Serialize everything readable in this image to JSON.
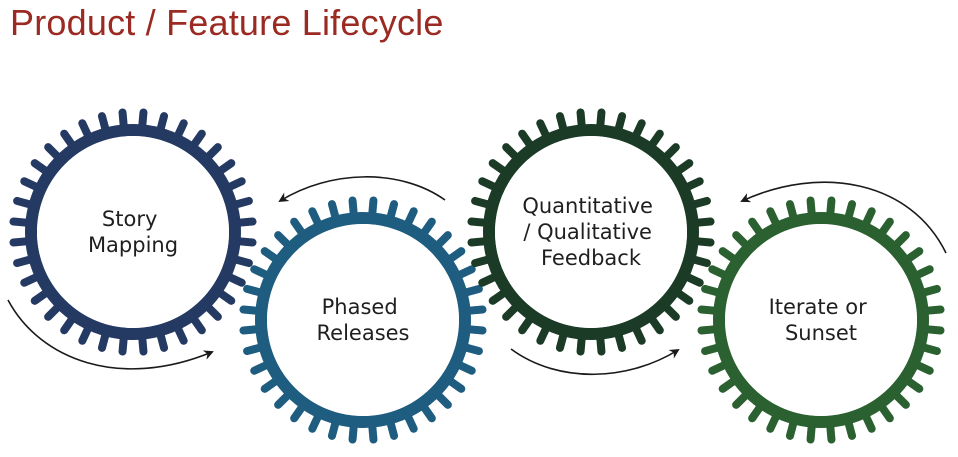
{
  "title": "Product / Feature Lifecycle",
  "gears": [
    {
      "id": "story-mapping",
      "label_lines": [
        "Story",
        "Mapping"
      ],
      "color": "#253A63"
    },
    {
      "id": "phased-releases",
      "label_lines": [
        "Phased",
        "Releases"
      ],
      "color": "#1E5C80"
    },
    {
      "id": "feedback",
      "label_lines": [
        "Quantitative",
        "/ Qualitative",
        "Feedback"
      ],
      "color": "#1B3B26"
    },
    {
      "id": "iterate-or-sunset",
      "label_lines": [
        "Iterate or",
        "Sunset"
      ],
      "color": "#2B6030"
    }
  ],
  "arrow_color": "#1a1a1a",
  "flow": [
    {
      "from": "story-mapping",
      "to": "phased-releases"
    },
    {
      "from": "phased-releases",
      "to": "story-mapping"
    },
    {
      "from": "feedback",
      "to": "iterate-or-sunset"
    },
    {
      "from": "iterate-or-sunset",
      "to": "feedback"
    }
  ]
}
